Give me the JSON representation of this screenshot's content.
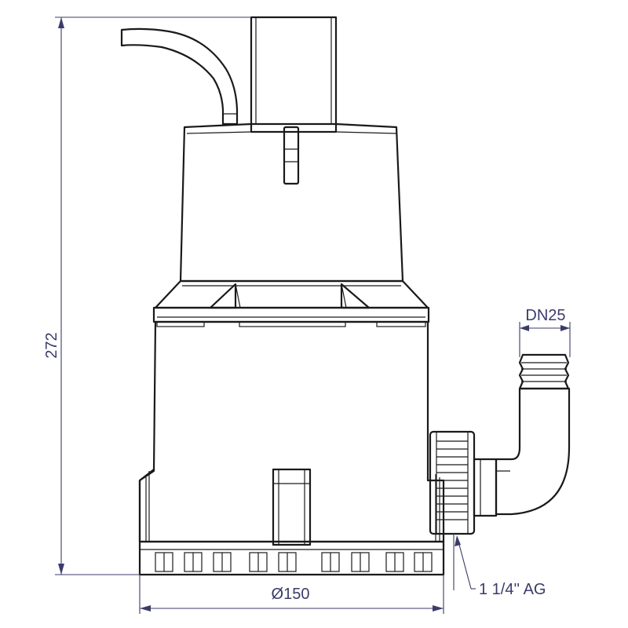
{
  "dimensions": {
    "height": "272",
    "width": "Ø150",
    "outlet": "DN25",
    "thread": "1 1/4'' AG"
  },
  "colors": {
    "outline": "#1a1a1a",
    "dimension": "#3b3b6b"
  }
}
